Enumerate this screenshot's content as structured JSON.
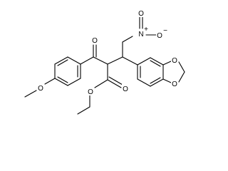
{
  "molecule": {
    "atoms": {
      "carbonyl_oxygen": "O",
      "methoxy_oxygen": "O",
      "ester_carbonyl_oxygen": "O",
      "ester_alkoxy_oxygen": "O",
      "dioxole_oxygen_top": "O",
      "dioxole_oxygen_bottom": "O",
      "nitro_oxygen_top": "O",
      "nitro_oxygen_bottom": "O",
      "nitro_nitrogen": "N",
      "nitro_nitrogen_charge": "+",
      "nitro_oxygen_charge": "−"
    }
  }
}
